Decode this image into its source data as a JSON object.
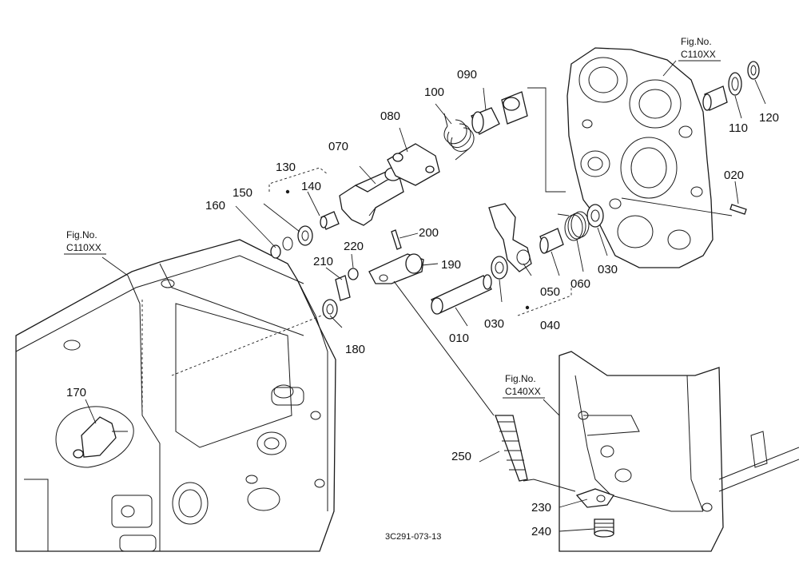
{
  "figure_refs": [
    {
      "line1": "Fig.No.",
      "line2": "C110XX"
    },
    {
      "line1": "Fig.No.",
      "line2": "C110XX"
    },
    {
      "line1": "Fig.No.",
      "line2": "C140XX"
    }
  ],
  "part_labels": [
    "010",
    "020",
    "030",
    "030",
    "040",
    "050",
    "060",
    "070",
    "080",
    "090",
    "100",
    "110",
    "120",
    "130",
    "140",
    "150",
    "160",
    "170",
    "180",
    "190",
    "200",
    "210",
    "220",
    "230",
    "240",
    "250"
  ],
  "drawing_code": "3C291-073-13"
}
